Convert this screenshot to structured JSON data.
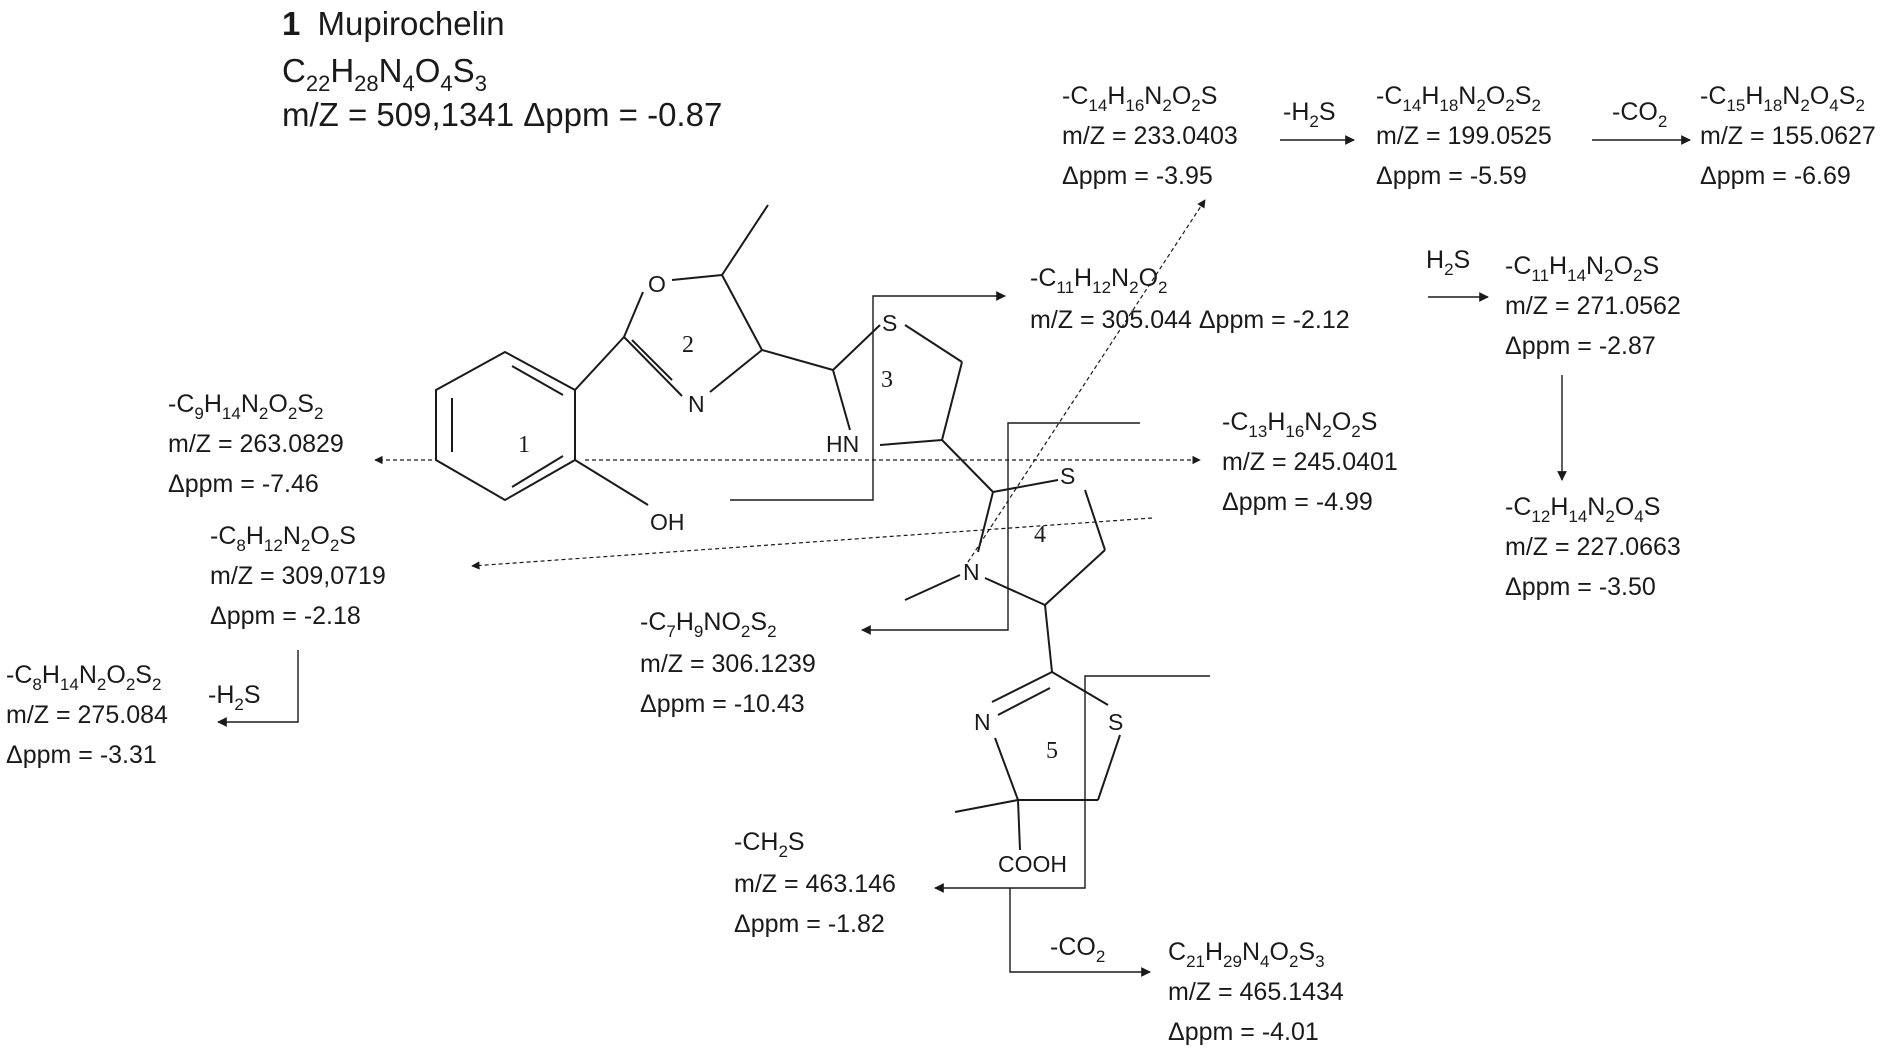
{
  "compound": {
    "number": "1",
    "name": "Mupirochelin",
    "formula": [
      [
        "C",
        "22"
      ],
      [
        "H",
        "28"
      ],
      [
        "N",
        "4"
      ],
      [
        "O",
        "4"
      ],
      [
        "S",
        "3"
      ]
    ],
    "mz_text": "m/Z = 509,1341 Δppm = -0.87"
  },
  "atoms": {
    "o_ring2": "O",
    "n_ring2": "N",
    "s_ring3": "S",
    "hn_ring3": "HN",
    "oh": "OH",
    "s_ring4": "S",
    "n_ring4": "N",
    "n_ring5": "N",
    "s_ring5": "S",
    "cooh": "COOH"
  },
  "ring_numbers": [
    "1",
    "2",
    "3",
    "4",
    "5"
  ],
  "neutral_losses": {
    "h2s_a": [
      [
        "-H",
        "2"
      ],
      [
        "S",
        ""
      ]
    ],
    "co2_a": [
      [
        "-CO",
        "2"
      ]
    ],
    "h2s_b": [
      [
        "H",
        "2"
      ],
      [
        "S",
        ""
      ]
    ],
    "h2s_c": [
      [
        "-H",
        "2"
      ],
      [
        "S",
        ""
      ]
    ],
    "co2_b": [
      [
        "-CO",
        "2"
      ]
    ]
  },
  "fragments": {
    "f_233": {
      "formula": [
        [
          "-C",
          "14"
        ],
        [
          "H",
          "16"
        ],
        [
          "N",
          "2"
        ],
        [
          "O",
          "2"
        ],
        [
          "S",
          ""
        ]
      ],
      "mz": "m/Z = 233.0403",
      "ppm": "Δppm = -3.95"
    },
    "f_199": {
      "formula": [
        [
          "-C",
          "14"
        ],
        [
          "H",
          "18"
        ],
        [
          "N",
          "2"
        ],
        [
          "O",
          "2"
        ],
        [
          "S",
          "2"
        ]
      ],
      "mz": "m/Z = 199.0525",
      "ppm": "Δppm = -5.59"
    },
    "f_155": {
      "formula": [
        [
          "-C",
          "15"
        ],
        [
          "H",
          "18"
        ],
        [
          "N",
          "2"
        ],
        [
          "O",
          "4"
        ],
        [
          "S",
          "2"
        ]
      ],
      "mz": "m/Z = 155.0627",
      "ppm": "Δppm = -6.69"
    },
    "f_305": {
      "formula": [
        [
          "-C",
          "11"
        ],
        [
          "H",
          "12"
        ],
        [
          "N",
          "2"
        ],
        [
          "O",
          "2"
        ]
      ],
      "mz_ppm": "m/Z = 305.044 Δppm = -2.12"
    },
    "f_271": {
      "formula": [
        [
          "-C",
          "11"
        ],
        [
          "H",
          "14"
        ],
        [
          "N",
          "2"
        ],
        [
          "O",
          "2"
        ],
        [
          "S",
          ""
        ]
      ],
      "mz": "m/Z = 271.0562",
      "ppm": "Δppm = -2.87"
    },
    "f_227": {
      "formula": [
        [
          "-C",
          "12"
        ],
        [
          "H",
          "14"
        ],
        [
          "N",
          "2"
        ],
        [
          "O",
          "4"
        ],
        [
          "S",
          ""
        ]
      ],
      "mz": "m/Z = 227.0663",
      "ppm": "Δppm = -3.50"
    },
    "f_263": {
      "formula": [
        [
          "-C",
          "9"
        ],
        [
          "H",
          "14"
        ],
        [
          "N",
          "2"
        ],
        [
          "O",
          "2"
        ],
        [
          "S",
          "2"
        ]
      ],
      "mz": "m/Z = 263.0829",
      "ppm": "Δppm = -7.46"
    },
    "f_245": {
      "formula": [
        [
          "-C",
          "13"
        ],
        [
          "H",
          "16"
        ],
        [
          "N",
          "2"
        ],
        [
          "O",
          "2"
        ],
        [
          "S",
          ""
        ]
      ],
      "mz": "m/Z = 245.0401",
      "ppm": "Δppm = -4.99"
    },
    "f_309": {
      "formula": [
        [
          "-C",
          "8"
        ],
        [
          "H",
          "12"
        ],
        [
          "N",
          "2"
        ],
        [
          "O",
          "2"
        ],
        [
          "S",
          ""
        ]
      ],
      "mz": "m/Z = 309,0719",
      "ppm": "Δppm = -2.18"
    },
    "f_275": {
      "formula": [
        [
          "-C",
          "8"
        ],
        [
          "H",
          "14"
        ],
        [
          "N",
          "2"
        ],
        [
          "O",
          "2"
        ],
        [
          "S",
          "2"
        ]
      ],
      "mz": "m/Z = 275.084",
      "ppm": "Δppm = -3.31"
    },
    "f_306": {
      "formula": [
        [
          "-C",
          "7"
        ],
        [
          "H",
          "9"
        ],
        [
          "N",
          ""
        ],
        [
          "O",
          "2"
        ],
        [
          "S",
          "2"
        ]
      ],
      "mz": "m/Z = 306.1239",
      "ppm": "Δppm = -10.43"
    },
    "f_463": {
      "formula": [
        [
          "-CH",
          "2"
        ],
        [
          "S",
          ""
        ]
      ],
      "mz": "m/Z = 463.146",
      "ppm": "Δppm = -1.82"
    },
    "f_465": {
      "formula": [
        [
          "C",
          "21"
        ],
        [
          "H",
          "29"
        ],
        [
          "N",
          "4"
        ],
        [
          "O",
          "2"
        ],
        [
          "S",
          "3"
        ]
      ],
      "mz": "m/Z = 465.1434",
      "ppm": "Δppm = -4.01"
    }
  }
}
